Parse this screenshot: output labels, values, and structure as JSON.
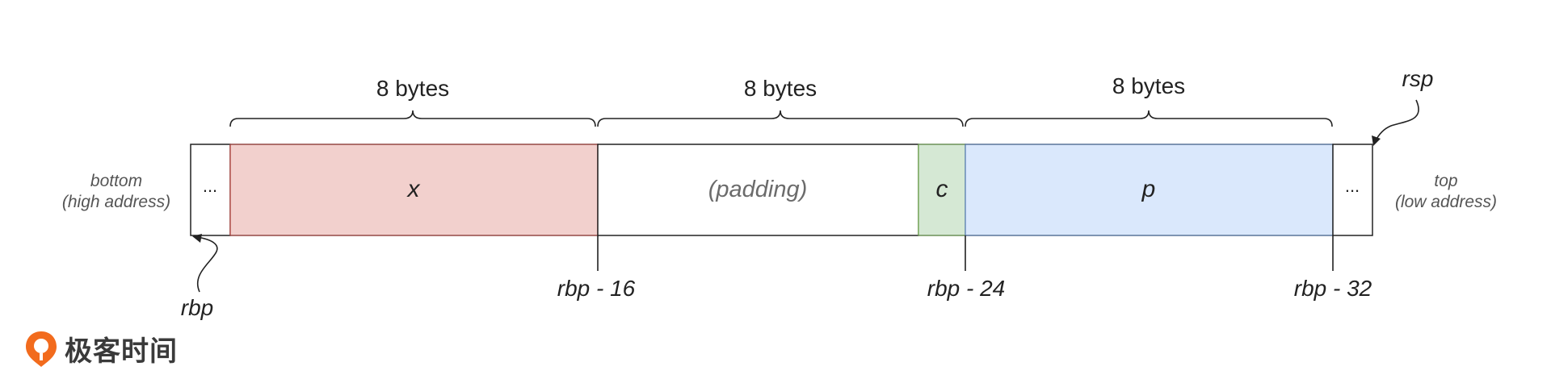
{
  "labels": {
    "bytes_1": "8 bytes",
    "bytes_2": "8 bytes",
    "bytes_3": "8 bytes",
    "cell_dots_left": "...",
    "cell_x": "x",
    "cell_padding": "(padding)",
    "cell_c": "c",
    "cell_p": "p",
    "cell_dots_right": "...",
    "bottom_line1": "bottom",
    "bottom_line2": "(high address)",
    "top_line1": "top",
    "top_line2": "(low address)",
    "rsp": "rsp",
    "rbp": "rbp",
    "rbp_minus_16": "rbp - 16",
    "rbp_minus_24": "rbp - 24",
    "rbp_minus_32": "rbp - 32"
  },
  "logo": {
    "text": "极客时间"
  },
  "colors": {
    "x_fill": "#f2d0cd",
    "x_stroke": "#b85450",
    "c_fill": "#d5e8d4",
    "c_stroke": "#82b366",
    "p_fill": "#dae8fc",
    "p_stroke": "#6c8ebf",
    "logo": "#f26b1d"
  }
}
